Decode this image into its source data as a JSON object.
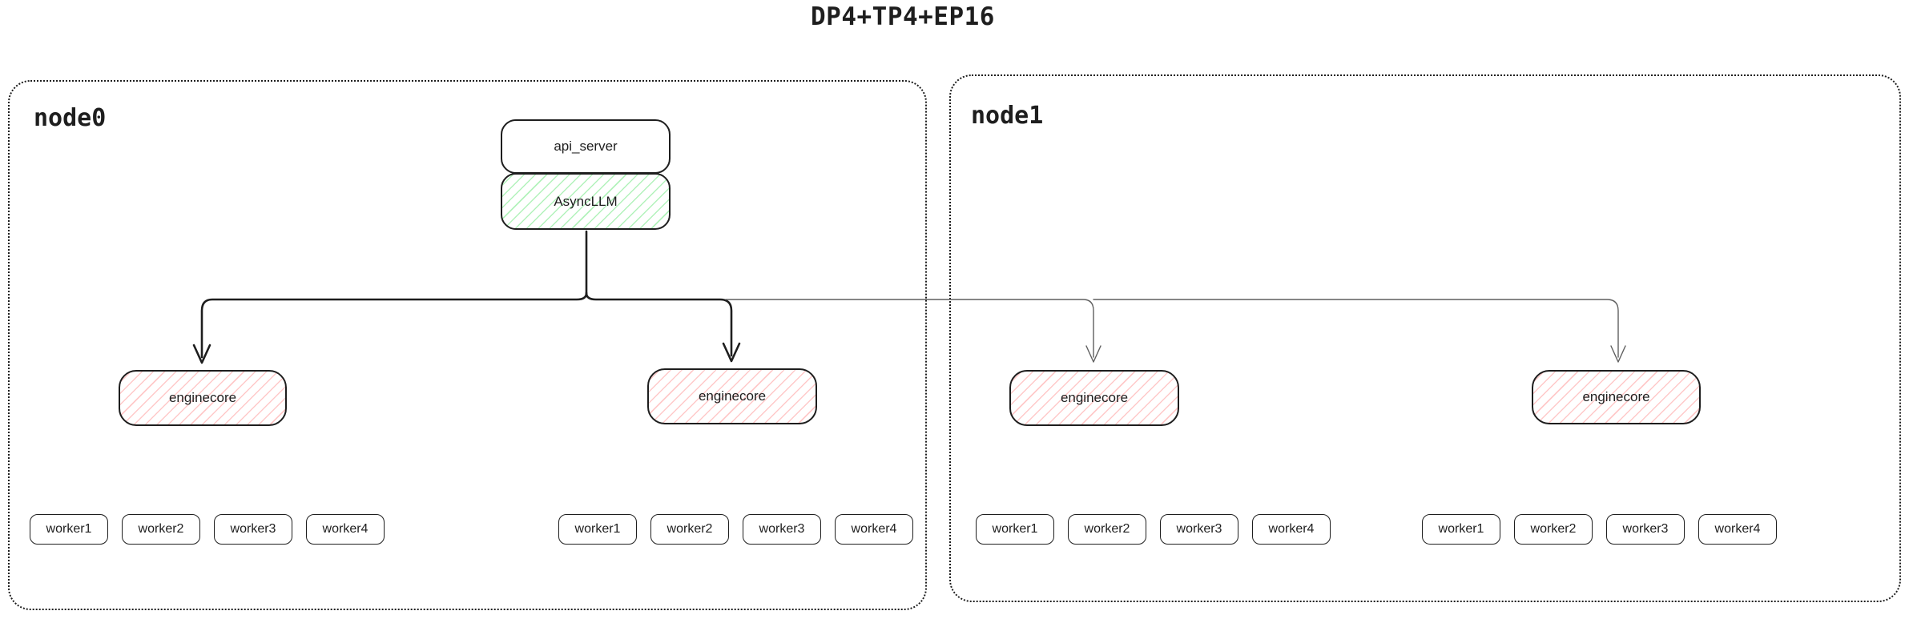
{
  "title": "DP4+TP4+EP16",
  "colors": {
    "ink": "#1e1e1e",
    "thin_connector": "#5f5f5f",
    "green_hatch": "#b2f2bb",
    "red_hatch": "#ffc9c9",
    "background": "#ffffff"
  },
  "nodes": [
    {
      "label": "node0"
    },
    {
      "label": "node1"
    }
  ],
  "api_server": {
    "label": "api_server"
  },
  "async_llm": {
    "label": "AsyncLLM"
  },
  "enginecores": [
    {
      "label": "enginecore"
    },
    {
      "label": "enginecore"
    },
    {
      "label": "enginecore"
    },
    {
      "label": "enginecore"
    }
  ],
  "worker_groups": [
    {
      "workers": [
        "worker1",
        "worker2",
        "worker3",
        "worker4"
      ]
    },
    {
      "workers": [
        "worker1",
        "worker2",
        "worker3",
        "worker4"
      ]
    },
    {
      "workers": [
        "worker1",
        "worker2",
        "worker3",
        "worker4"
      ]
    },
    {
      "workers": [
        "worker1",
        "worker2",
        "worker3",
        "worker4"
      ]
    }
  ]
}
